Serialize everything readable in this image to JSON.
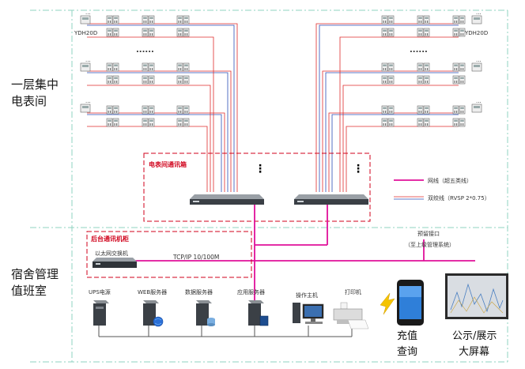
{
  "zones": {
    "floor1_title_line1": "一层集中",
    "floor1_title_line2": "电表间",
    "dorm_title_line1": "宿舍管理",
    "dorm_title_line2": "值班室"
  },
  "meters": {
    "model_left": "YDH20D",
    "model_right": "YDH20D",
    "ellipsis_dots": "......",
    "vertical_more": "⋮"
  },
  "boxes": {
    "comm_box": "电表间通讯箱",
    "backend_cabinet": "后台通讯机柜",
    "ethernet_switch": "以太网交换机"
  },
  "legend": {
    "network_line": "网线（超五类线）",
    "twisted_pair": "双绞线（RVSP 2*0.75）",
    "colors": {
      "network": "#e0109a",
      "twisted_red": "#e02b2b",
      "twisted_blue": "#2a4fb8"
    }
  },
  "network": {
    "tcpip": "TCP/IP 10/100M",
    "reserved_port": "预留接口",
    "reserved_port_note": "（至上级管理系统）"
  },
  "devices": {
    "ups": "UPS电源",
    "web_server": "WEB服务器",
    "db_server": "数据服务器",
    "app_server": "应用服务器",
    "host": "操作主机",
    "printer": "打印机",
    "recharge_line1": "充值",
    "recharge_line2": "查询",
    "screen_line1": "公示/展示",
    "screen_line2": "大屏幕"
  }
}
